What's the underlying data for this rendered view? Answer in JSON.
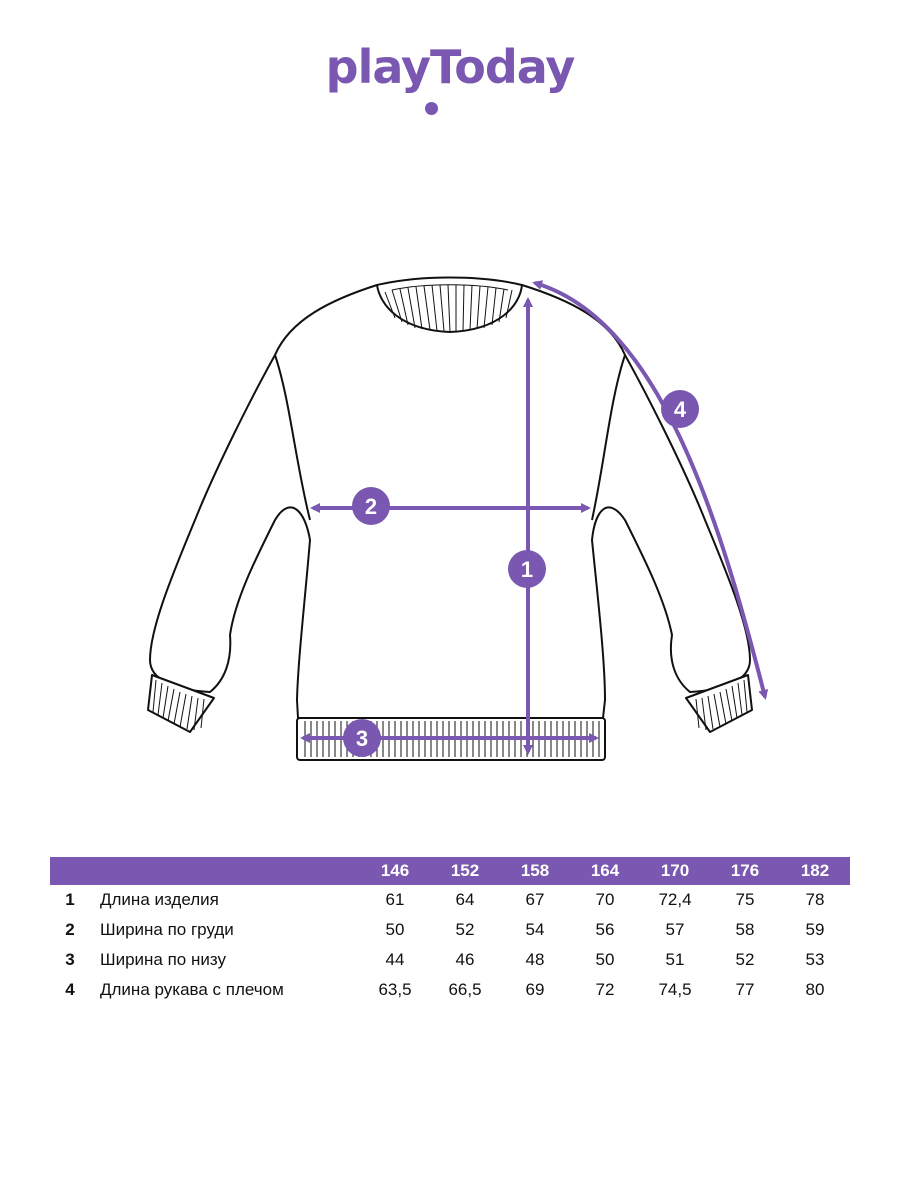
{
  "brand": {
    "logo_text": "playToday",
    "color": "#7a57b0"
  },
  "colors": {
    "accent": "#7a57b0",
    "outline": "#111111"
  },
  "markers": [
    "1",
    "2",
    "3",
    "4"
  ],
  "table": {
    "headers": [
      "146",
      "152",
      "158",
      "164",
      "170",
      "176",
      "182"
    ],
    "rows": [
      {
        "num": "1",
        "label": "Длина изделия",
        "values": [
          "61",
          "64",
          "67",
          "70",
          "72,4",
          "75",
          "78"
        ]
      },
      {
        "num": "2",
        "label": "Ширина по груди",
        "values": [
          "50",
          "52",
          "54",
          "56",
          "57",
          "58",
          "59"
        ]
      },
      {
        "num": "3",
        "label": "Ширина по низу",
        "values": [
          "44",
          "46",
          "48",
          "50",
          "51",
          "52",
          "53"
        ]
      },
      {
        "num": "4",
        "label": "Длина рукава с плечом",
        "values": [
          "63,5",
          "66,5",
          "69",
          "72",
          "74,5",
          "77",
          "80"
        ]
      }
    ]
  }
}
